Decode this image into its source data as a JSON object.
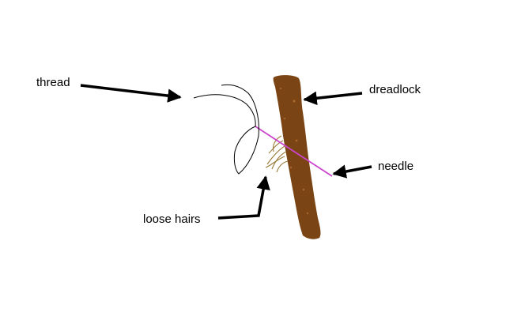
{
  "labels": {
    "thread": "thread",
    "dreadlock": "dreadlock",
    "needle": "needle",
    "loose_hairs": "loose hairs"
  },
  "colors": {
    "dreadlock": "#7a4414",
    "dreadlock_fleck": "#a8672e",
    "needle": "#cc44cc",
    "thread": "#000000",
    "loose_hairs": "#9a7a3a",
    "arrow": "#000000"
  }
}
